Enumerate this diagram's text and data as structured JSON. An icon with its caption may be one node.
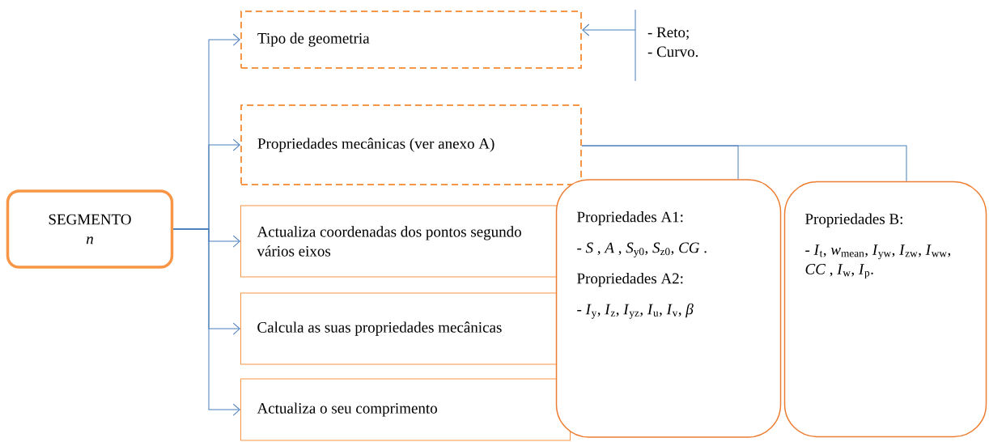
{
  "diagram": {
    "nodes": [
      {
        "text": [
          "SEGMENTO",
          "n"
        ]
      },
      {
        "text": [
          "Tipo de geometria"
        ]
      },
      {
        "text": [
          "Propriedades mecânicas (ver anexo A)"
        ]
      },
      {
        "text": [
          "Actualiza coordenadas dos pontos segundo vários eixos"
        ]
      },
      {
        "text": [
          "Calcula as suas propriedades mecânicas"
        ]
      },
      {
        "text": [
          "Actualiza o seu comprimento"
        ]
      },
      {
        "text": [
          "- Reto;",
          "- Curvo."
        ]
      },
      {
        "text": [
          "Propriedades A1:",
          "- *S* , *A* , *S*$_{y0}$, *S*$_{z0}$, *CG* .",
          "Propriedades A2:",
          "- *I*$_{y}$, *I*$_{z}$, *I*$_{yz}$, *I*$_{u}$, *I*$_{v}$, *β*"
        ]
      },
      {
        "text": [
          "Propriedades B:",
          "- *I*$_{t}$, *w*$_{mean}$, *I*$_{yw}$, *I*$_{zw}$, *I*$_{ww}$, *CC* , *I*$_{w}$, *I*$_{p}$."
        ]
      }
    ],
    "edges": [
      {
        "from": 0,
        "to": 1,
        "arrow": "to"
      },
      {
        "from": 0,
        "to": 2,
        "arrow": "to"
      },
      {
        "from": 0,
        "to": 3,
        "arrow": "to"
      },
      {
        "from": 0,
        "to": 4,
        "arrow": "to"
      },
      {
        "from": 0,
        "to": 5,
        "arrow": "to"
      },
      {
        "from": 6,
        "to": 1,
        "arrow": "to"
      },
      {
        "from": 2,
        "to": 7,
        "arrow": "none"
      },
      {
        "from": 2,
        "to": 8,
        "arrow": "none"
      }
    ]
  }
}
